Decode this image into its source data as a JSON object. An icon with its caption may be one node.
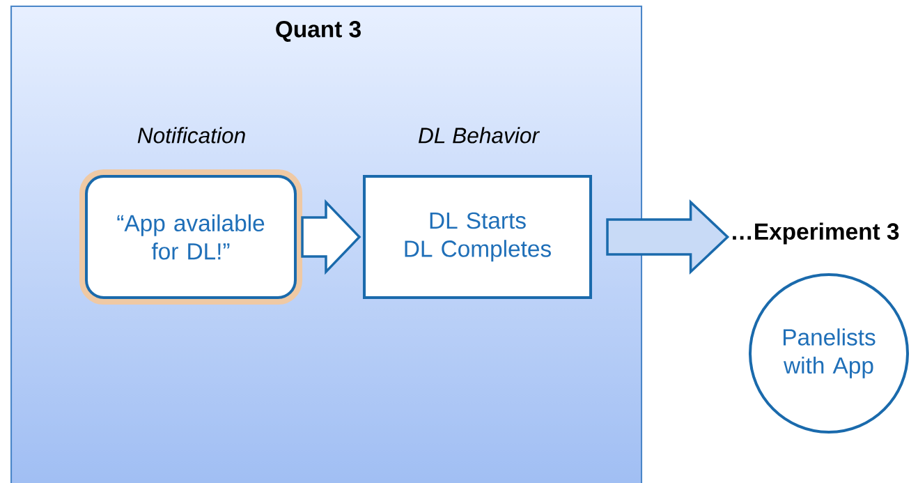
{
  "diagram": {
    "nodes": [
      {
        "text": [
          "Quant 3"
        ]
      },
      {
        "text": [
          "Notification",
          "“App available for DL!”"
        ],
        "in": 0
      },
      {
        "text": [
          "DL Behavior",
          "DL Starts",
          "DL Completes"
        ],
        "in": 0
      },
      {
        "text": [
          "…Experiment 3"
        ]
      },
      {
        "text": [
          "Panelists with App"
        ]
      }
    ],
    "edges": [
      {
        "from": 1,
        "to": 2,
        "arrow": "to"
      },
      {
        "from": 2,
        "to": 3,
        "arrow": "to"
      }
    ]
  }
}
